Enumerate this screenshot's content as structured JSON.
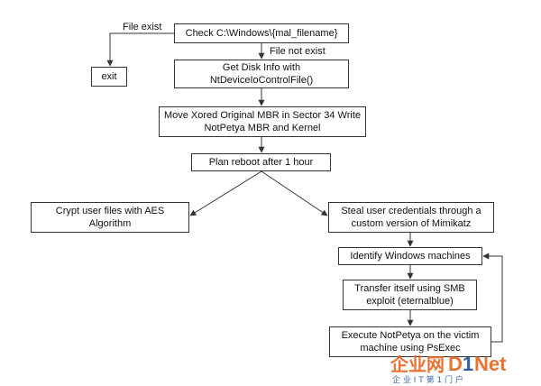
{
  "nodes": {
    "check_file": "Check C:\\Windows\\{mal_filename}",
    "exit": "exit",
    "get_disk_info": "Get Disk Info with NtDeviceIoControlFile()",
    "move_mbr": "Move Xored Original MBR in Sector 34 Write NotPetya MBR and Kernel",
    "plan_reboot": "Plan reboot after 1 hour",
    "crypt_files": "Crypt user files with AES Algorithm",
    "steal_credentials": "Steal user credentials through a custom version of Mimikatz",
    "identify_windows": "Identify Windows machines",
    "transfer_smb": "Transfer itself using SMB exploit (eternalblue)",
    "execute_psexec": "Execute NotPetya on the victim machine using PsExec"
  },
  "edge_labels": {
    "file_exist": "File exist",
    "file_not_exist": "File not exist"
  },
  "watermark": {
    "brand": "企业网D1Net",
    "tagline": "企 业 I T 第 1 门 户",
    "colors": {
      "primary": "#e8641e",
      "secondary": "#1a4f9c"
    }
  },
  "colors": {
    "line": "#333333",
    "border": "#333333",
    "background": "#ffffff"
  }
}
